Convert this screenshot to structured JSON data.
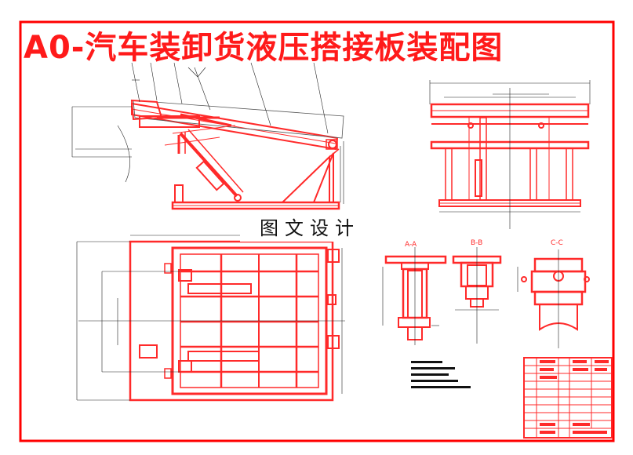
{
  "drawing": {
    "title": "A0-汽车装卸货液压搭接板装配图",
    "watermark": "图文设计",
    "section_labels": [
      "A-A",
      "B-B",
      "C-C"
    ],
    "colors": {
      "part": "#ff2a2a",
      "frame": "#ff0000",
      "dimension": "#222222",
      "background": "#ffffff"
    }
  }
}
